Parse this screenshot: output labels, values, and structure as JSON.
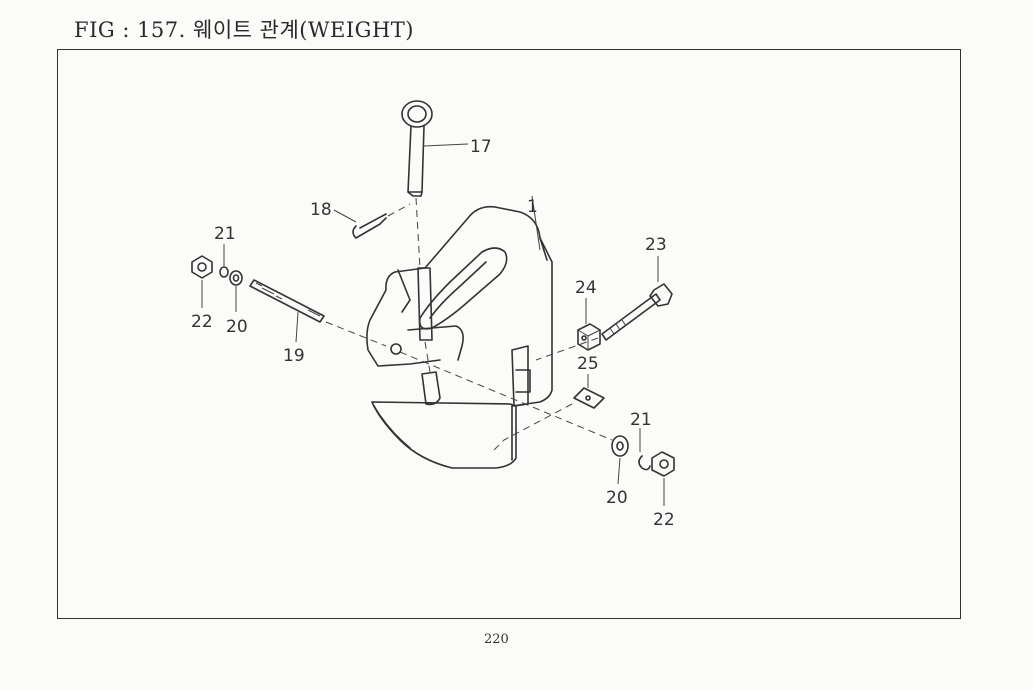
{
  "figure": {
    "title": "FIG : 157. 웨이트 관계(WEIGHT)"
  },
  "callouts": {
    "c1": "1",
    "c17": "17",
    "c18": "18",
    "c19": "19",
    "c20a": "20",
    "c20b": "20",
    "c21a": "21",
    "c21b": "21",
    "c22a": "22",
    "c22b": "22",
    "c23": "23",
    "c24": "24",
    "c25": "25"
  },
  "page": {
    "number": "220"
  }
}
